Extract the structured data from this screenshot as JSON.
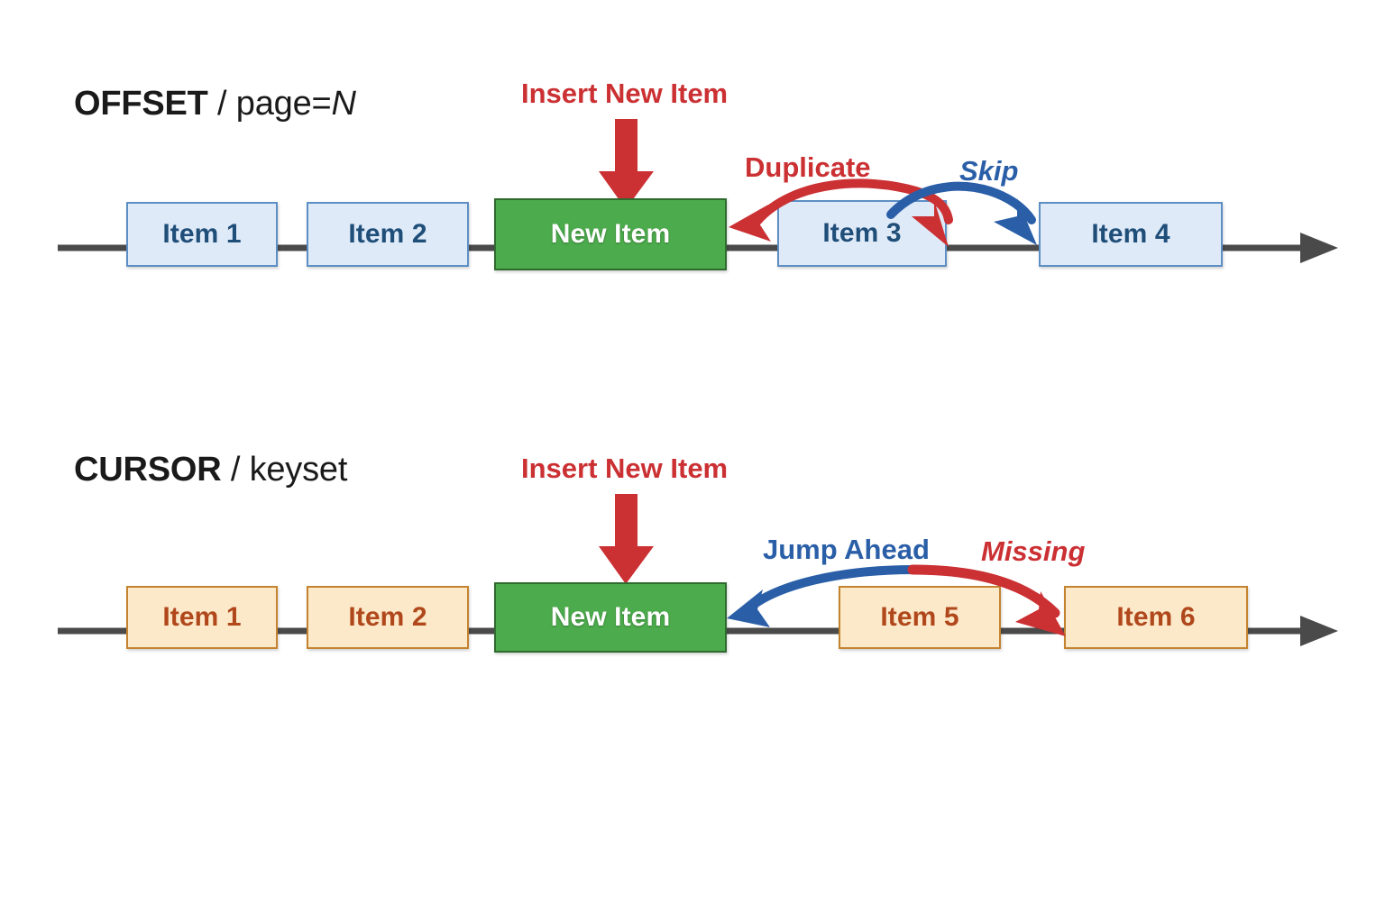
{
  "sections": [
    {
      "id": "offset",
      "title": {
        "keyword": "OFFSET",
        "separator": " / ",
        "mode": "page=",
        "mode_italic": "N"
      },
      "items": [
        {
          "label": "Item 1",
          "style": "blue"
        },
        {
          "label": "Item 2",
          "style": "blue"
        },
        {
          "label": "New Item",
          "style": "green"
        },
        {
          "label": "Item 3",
          "style": "blue"
        },
        {
          "label": "Item 4",
          "style": "blue"
        }
      ],
      "annotations": [
        {
          "label": "Insert New Item",
          "color": "red",
          "italic": false,
          "kind": "insert-arrow"
        },
        {
          "label": "Duplicate",
          "color": "red",
          "italic": false,
          "kind": "double-curve-arrow"
        },
        {
          "label": "Skip",
          "color": "blue",
          "italic": true,
          "kind": "curve-arrow"
        }
      ]
    },
    {
      "id": "cursor",
      "title": {
        "keyword": "CURSOR",
        "separator": " / ",
        "mode": "keyset",
        "mode_italic": ""
      },
      "items": [
        {
          "label": "Item 1",
          "style": "tan"
        },
        {
          "label": "Item 2",
          "style": "tan"
        },
        {
          "label": "New Item",
          "style": "green"
        },
        {
          "label": "Item 5",
          "style": "tan"
        },
        {
          "label": "Item 6",
          "style": "tan"
        }
      ],
      "annotations": [
        {
          "label": "Insert New Item",
          "color": "red",
          "italic": false,
          "kind": "insert-arrow"
        },
        {
          "label": "Jump Ahead",
          "color": "blue",
          "italic": false,
          "kind": "curve-arrow-left"
        },
        {
          "label": "Missing",
          "color": "red",
          "italic": true,
          "kind": "curve-arrow-right"
        }
      ]
    }
  ],
  "colors": {
    "box_blue_fill": "#dfeaf8",
    "box_blue_border": "#5d8fc4",
    "box_blue_text": "#1f4e79",
    "box_tan_fill": "#fce9c9",
    "box_tan_border": "#c4832f",
    "box_tan_text": "#b0481c",
    "box_green_fill": "#4cab4c",
    "box_green_border": "#2f6b2f",
    "box_green_text": "#ffffff",
    "accent_red": "#cb3033",
    "accent_blue": "#2a5fa8",
    "timeline_gray": "#4a4a4a",
    "title_text": "#1a1a1a",
    "background": "#ffffff"
  },
  "icons": {
    "timeline_end": "arrow-right-icon",
    "insert": "arrow-down-icon"
  }
}
